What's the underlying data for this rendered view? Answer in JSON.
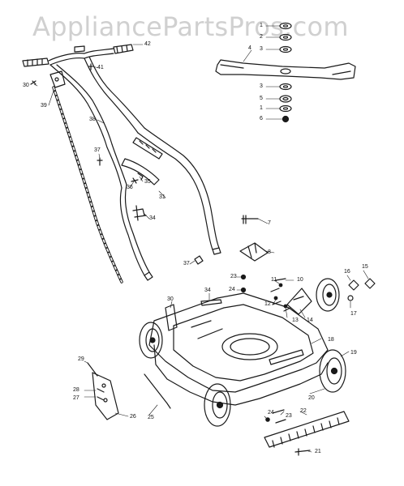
{
  "watermark": "AppliancePartsPros.com",
  "part_labels": {
    "p1a": "1",
    "p2a": "2",
    "p3a": "3",
    "p4": "4",
    "p3b": "3",
    "p5": "5",
    "p1b": "1",
    "p6": "6",
    "p42": "42",
    "p41": "41",
    "p30a": "30",
    "p39": "39",
    "p38": "38",
    "p37a": "37",
    "p35": "35",
    "p36": "36",
    "p31a": "31",
    "p34a": "34",
    "p7": "7",
    "p8": "8",
    "p37b": "37",
    "p23a": "23",
    "p24a": "24",
    "p34b": "34",
    "p11": "11",
    "p10": "10",
    "p12": "12",
    "p13": "13",
    "p14": "14",
    "p16": "16",
    "p15": "15",
    "p17": "17",
    "p30b": "30",
    "p18": "18",
    "p19": "19",
    "p20": "20",
    "p29": "29",
    "p28": "28",
    "p27": "27",
    "p26": "26",
    "p25": "25",
    "p24b": "24",
    "p23b": "23",
    "p22": "22",
    "p21": "21"
  }
}
